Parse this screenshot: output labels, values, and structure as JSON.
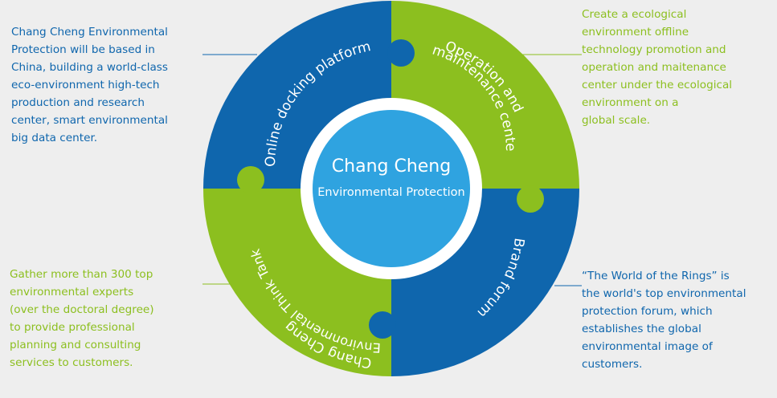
{
  "center": {
    "title": "Chang Cheng",
    "subtitle": "Environmental Protection"
  },
  "segments": {
    "top_left": "Online docking platform",
    "top_right_line1": "Operation and",
    "top_right_line2": "maintenance center",
    "bottom_right": "Brand forum",
    "bottom_left_line1": "Chang Cheng",
    "bottom_left_line2": "Environmental Think Tank"
  },
  "notes": {
    "top_left": [
      "Chang Cheng Environmental",
      "Protection will be based in",
      "China, building a world-class",
      "eco-environment high-tech",
      "production and research",
      "center, smart environmental",
      "big data center."
    ],
    "top_right": [
      "Create a ecological",
      "environment offline",
      "technology promotion and",
      "operation and maitenance",
      "center under the ecological",
      "environment on a",
      "global scale."
    ],
    "bottom_left": [
      "Gather more than 300 top",
      "environmental experts",
      "(over the doctoral degree)",
      "to provide professional",
      "planning and consulting",
      "services to customers."
    ],
    "bottom_right": [
      " “The World of the Rings”  is",
      "the world's top environmental",
      "protection forum, which",
      "establishes the global",
      "environmental image of",
      "customers."
    ]
  },
  "colors": {
    "blue": "#0f66ad",
    "green": "#8cbf1f",
    "center_fill": "#2fa3e0",
    "ring": "#ffffff",
    "background": "#eeeeee"
  }
}
